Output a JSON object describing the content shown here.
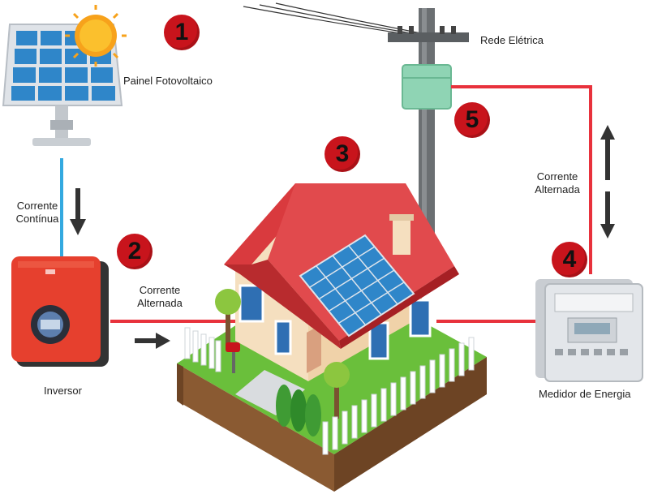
{
  "labels": {
    "panel": "Painel Fotovoltaico",
    "grid": "Rede Elétrica",
    "dc_current": [
      "Corrente",
      "Contínua"
    ],
    "ac_current_left": [
      "Corrente",
      "Alternada"
    ],
    "ac_current_right": [
      "Corrente",
      "Alternada"
    ],
    "inverter": "Inversor",
    "meter": "Medidor de Energia"
  },
  "badges": [
    "1",
    "2",
    "3",
    "4",
    "5"
  ],
  "colors": {
    "ac_line": "#e8323c",
    "dc_line": "#33a9e0",
    "badge": "#c8141c",
    "roof": "#d93a3e",
    "inverter": "#e6402e",
    "solar_cell": "#2f86c9",
    "grass": "#6abf3b"
  }
}
